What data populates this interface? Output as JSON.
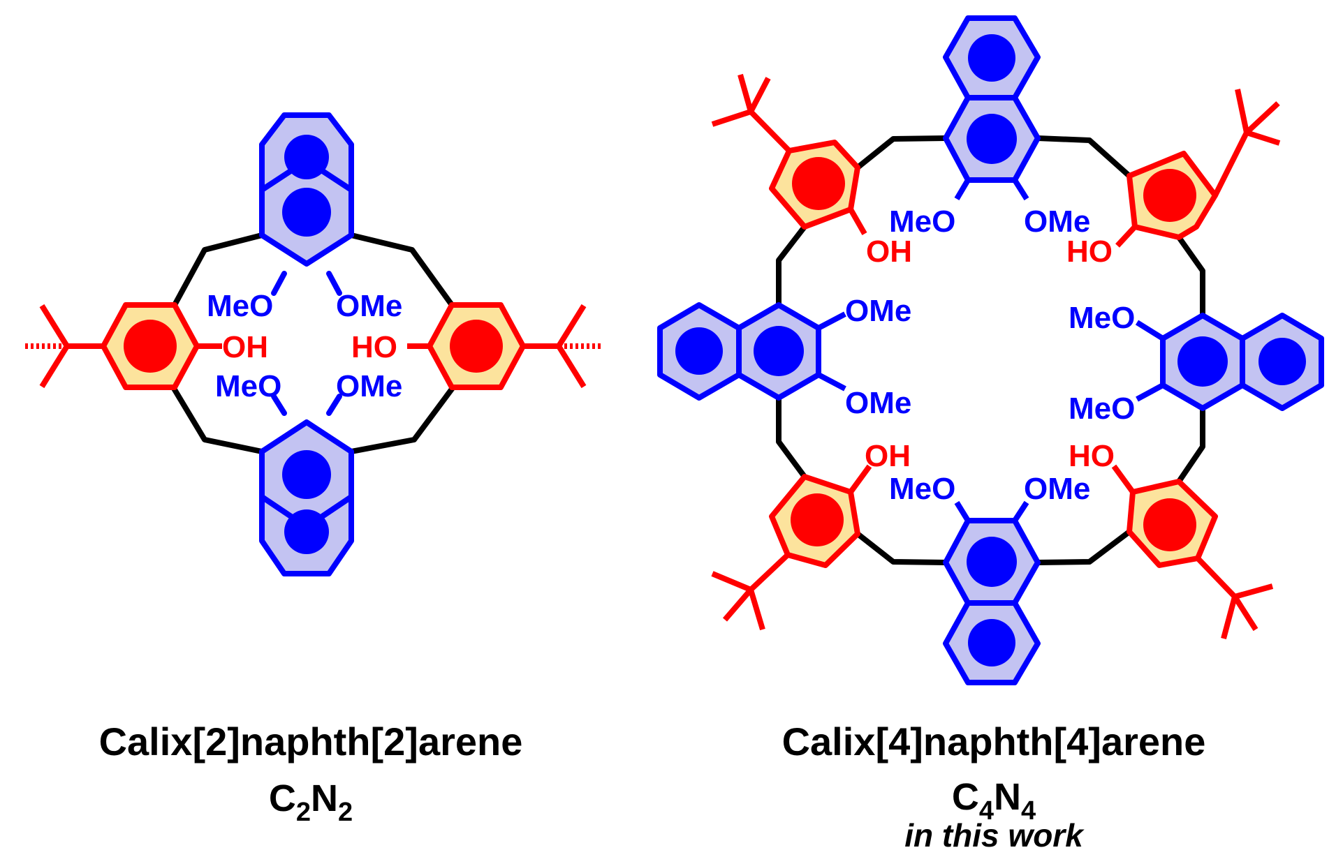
{
  "colors": {
    "naphthalene_stroke": "#0000ff",
    "naphthalene_fill": "#c3c3f2",
    "naphthalene_core": "#0000ff",
    "phenol_stroke": "#ff0000",
    "phenol_fill": "#fce39d",
    "phenol_core": "#ff0000",
    "bridge": "#000000"
  },
  "labels": {
    "meo": "MeO",
    "ome": "OMe",
    "oh": "OH",
    "ho": "HO"
  },
  "left": {
    "title": "Calix[2]naphth[2]arene",
    "formula": {
      "c": "C",
      "c_sub": "2",
      "n": "N",
      "n_sub": "2"
    }
  },
  "right": {
    "title": "Calix[4]naphth[4]arene",
    "formula": {
      "c": "C",
      "c_sub": "4",
      "n": "N",
      "n_sub": "4"
    },
    "note": "in this work"
  }
}
